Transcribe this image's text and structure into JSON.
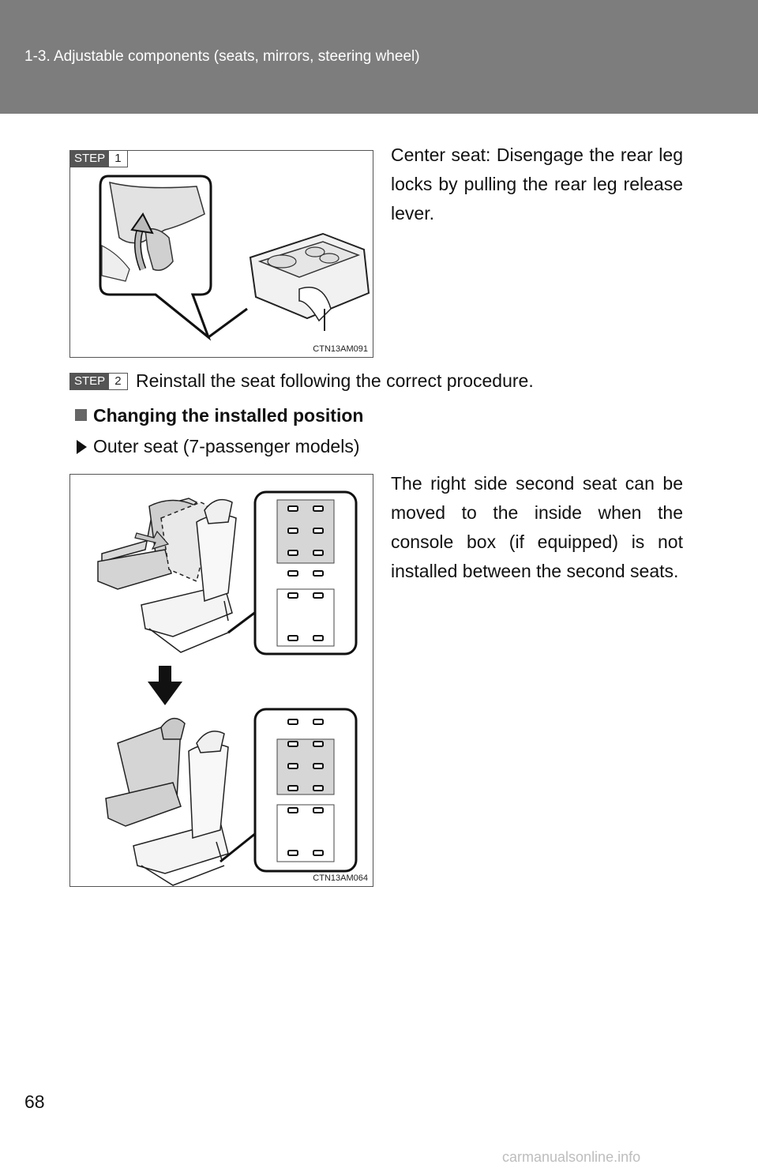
{
  "header": {
    "title": "1-3. Adjustable components (seats, mirrors, steering wheel)"
  },
  "step1": {
    "badge_word": "STEP",
    "badge_num": "1",
    "text": "Center seat: Disengage the rear leg locks by pulling the rear leg release lever.",
    "figure_code": "CTN13AM091"
  },
  "step2": {
    "badge_word": "STEP",
    "badge_num": "2",
    "text": "Reinstall the seat following the correct procedure."
  },
  "section": {
    "title": "Changing the installed position",
    "subheading": "Outer seat (7-passenger models)",
    "text": "The right side second seat can be moved to the inside when the console box (if equipped) is not installed between the second seats.",
    "figure_code": "CTN13AM064"
  },
  "page_number": "68",
  "watermark": "carmanualsonline.info"
}
